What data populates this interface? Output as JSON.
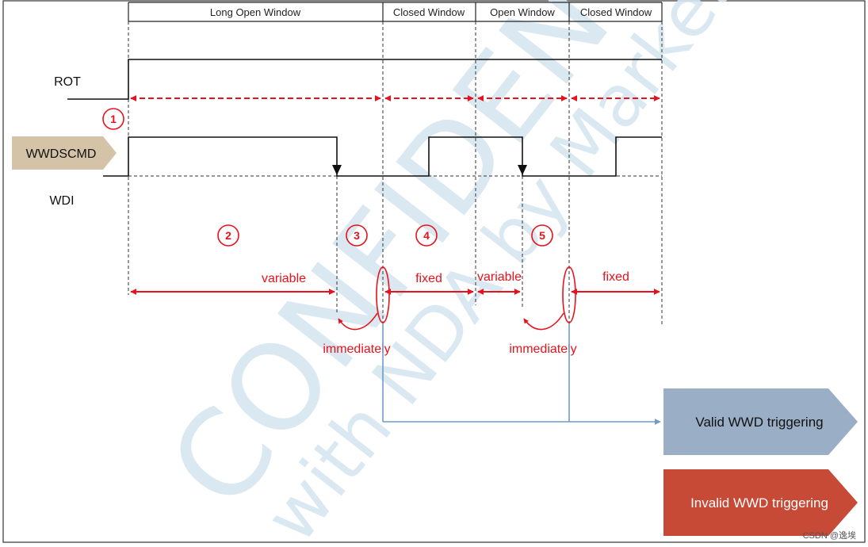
{
  "windows": [
    {
      "label": "Long Open Window"
    },
    {
      "label": "Closed Window"
    },
    {
      "label": "Open Window"
    },
    {
      "label": "Closed Window"
    }
  ],
  "signals": {
    "rot": "ROT",
    "wwdscmd": "WWDSCMD",
    "wdi": "WDI"
  },
  "markers": [
    "1",
    "2",
    "3",
    "4",
    "5"
  ],
  "durations": {
    "variable_1": "variable",
    "fixed_1": "fixed",
    "variable_2": "variable",
    "fixed_2": "fixed"
  },
  "annotations": {
    "immediately_1": "immediately",
    "immediately_2": "immediately"
  },
  "legend": {
    "valid": "Valid WWD triggering",
    "invalid": "Invalid WWD triggering"
  },
  "colors": {
    "red": "#e8121c",
    "blue": "#6f9bc8",
    "valid_fill": "#9aaec5",
    "invalid_fill": "#c64a36",
    "wwdscmd_fill": "#d4c3a6"
  },
  "watermark": {
    "main": "CONFIDENTIAL",
    "sub": "with NDA by Marketing",
    "credit": "CSDN @逸埃"
  }
}
